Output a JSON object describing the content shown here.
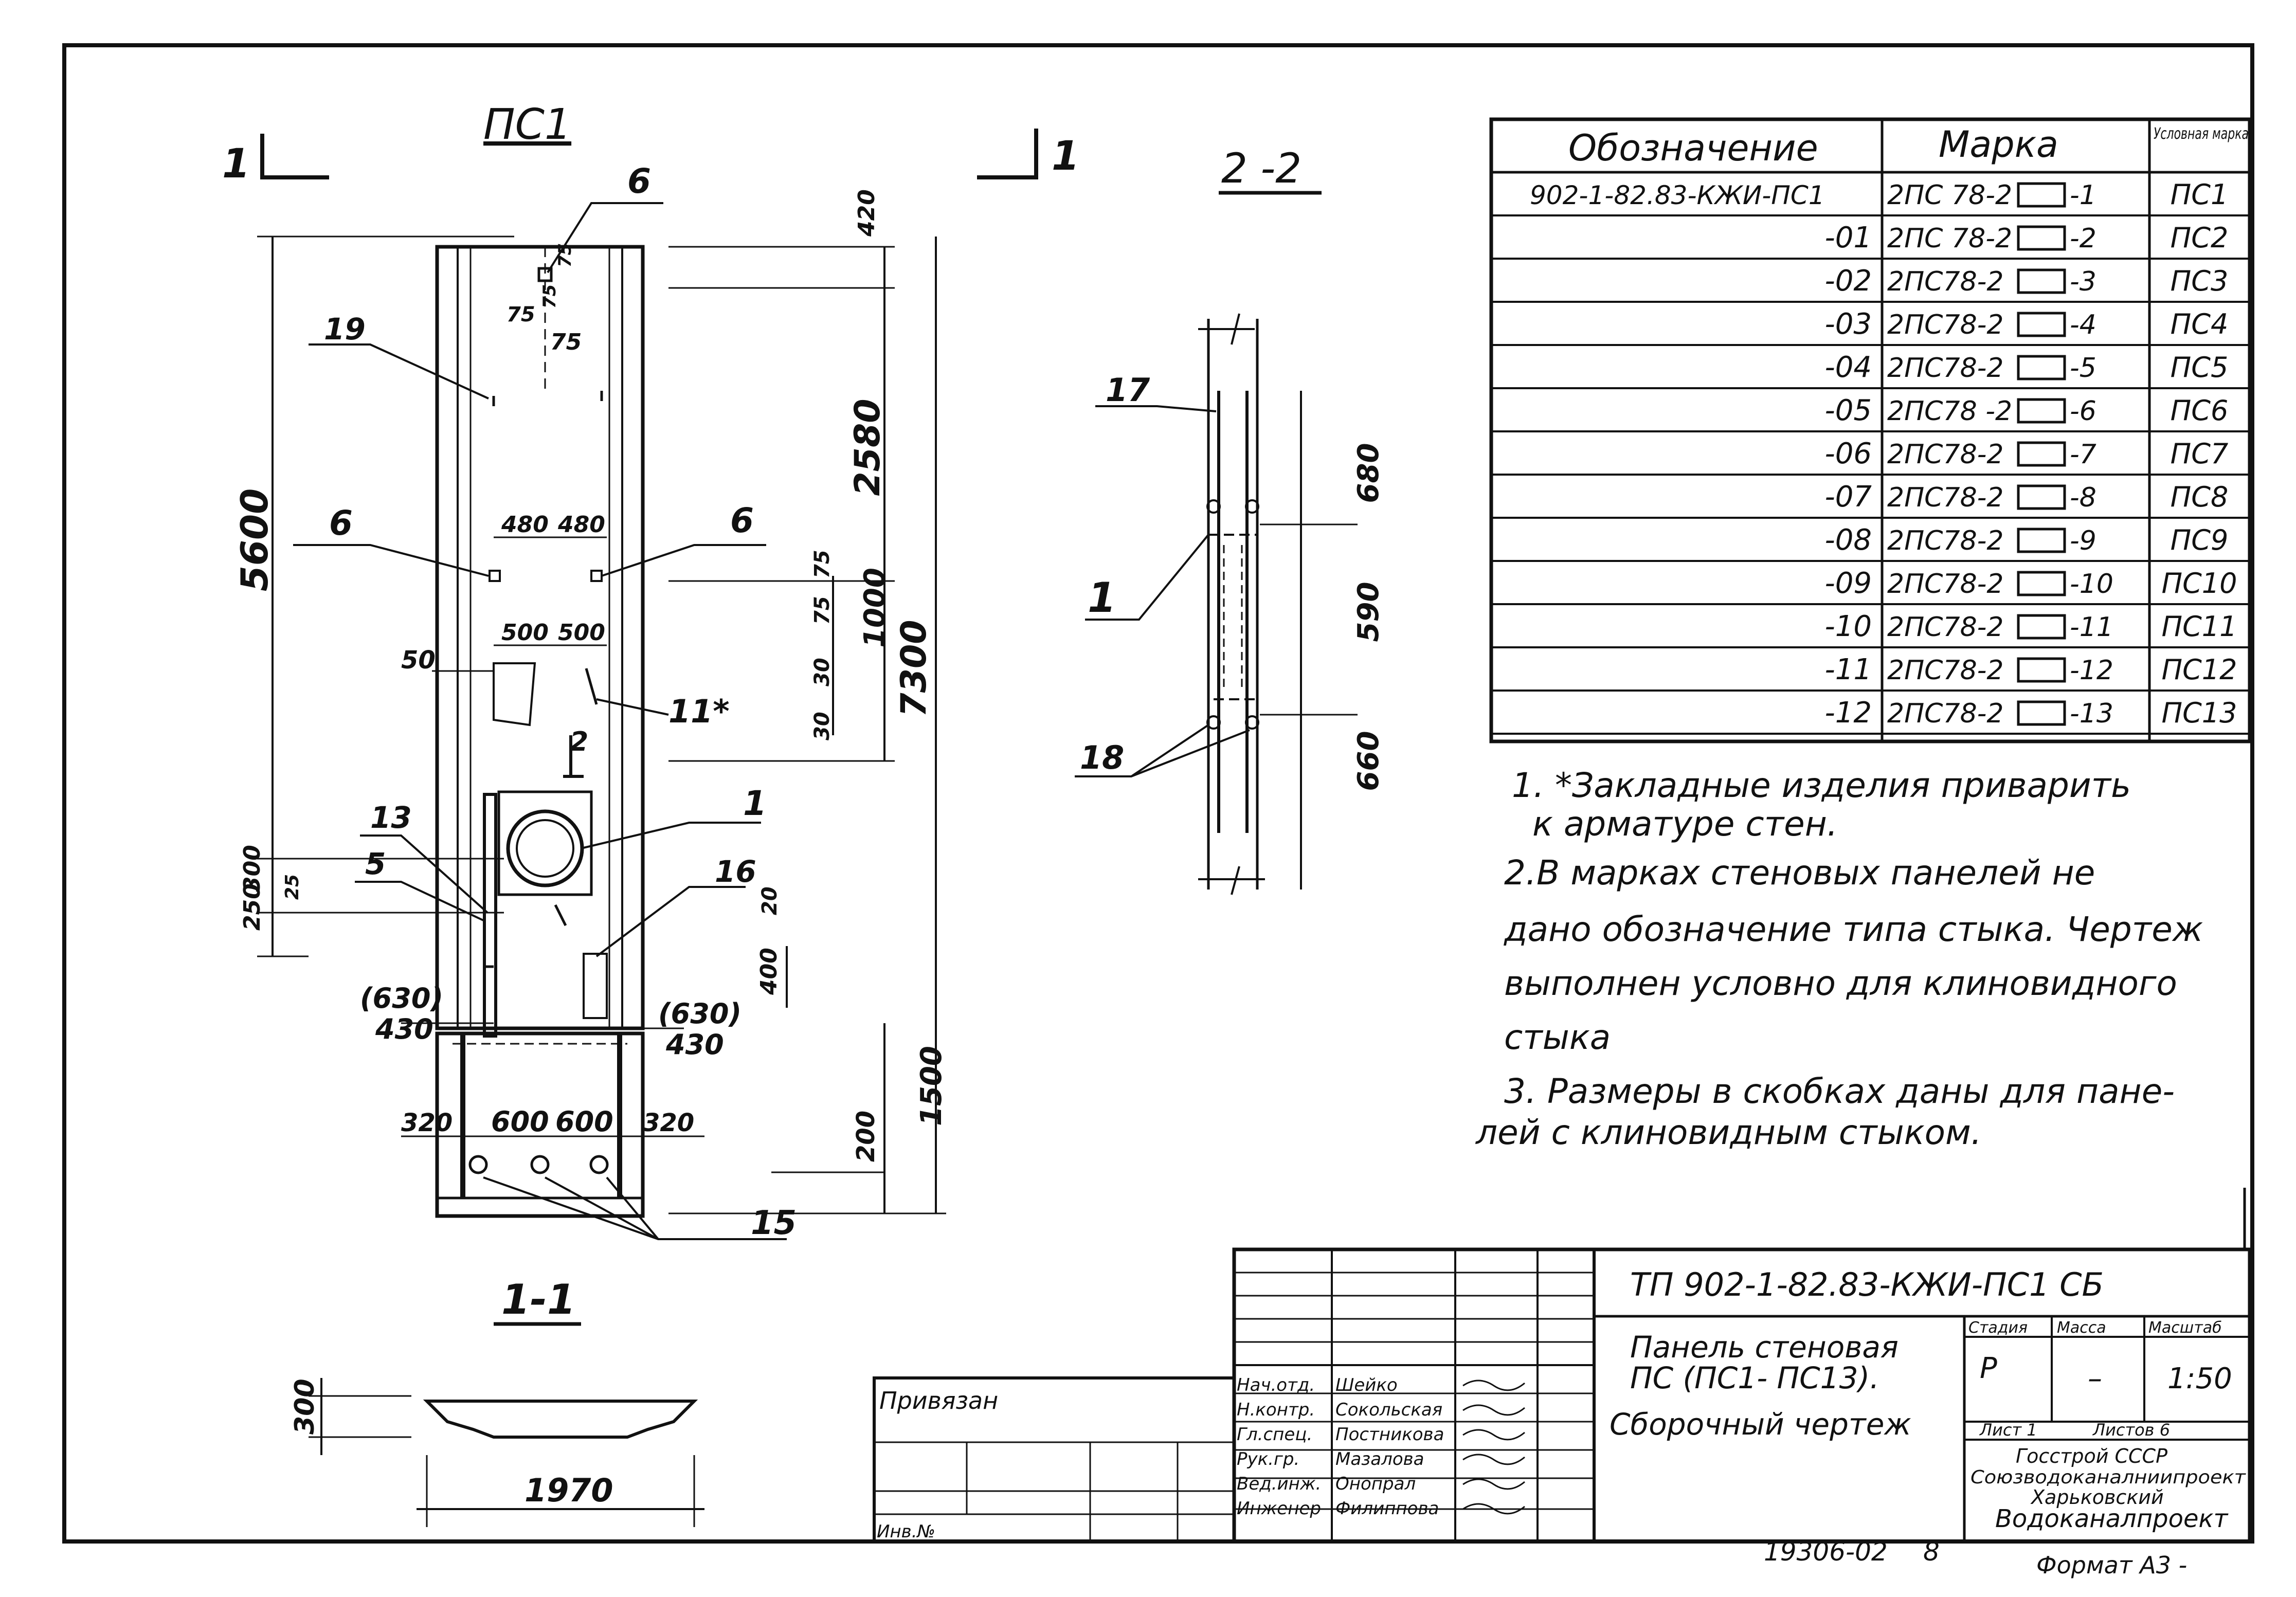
{
  "colors": {
    "ink": "#111111",
    "paper": "#ffffff"
  },
  "main_view": {
    "title": "ПС1",
    "section_mark_left": "1",
    "section_mark_right": "1",
    "dim_total": "7300",
    "dim_panel": "5600",
    "dim_2580": "2580",
    "dim_1000": "1000",
    "dim_420": "420",
    "dim_1500": "1500",
    "dim_200": "200",
    "dim_75_a": "75",
    "dim_75_b": "75",
    "dim_75_c": "75",
    "dim_75_d": "75",
    "dim_75_e": "75",
    "dim_75_f": "75",
    "dim_480_a": "480",
    "dim_480_b": "480",
    "dim_500_a": "500",
    "dim_500_b": "500",
    "dim_50": "50",
    "dim_30_a": "30",
    "dim_30_b": "30",
    "dim_250": "250",
    "dim_300": "300",
    "dim_25": "25",
    "dim_20": "20",
    "dim_400": "400",
    "dim_630_l": "(630)",
    "dim_430_l": "430",
    "dim_630_r": "(630)",
    "dim_430_r": "430",
    "dim_320_l": "320",
    "dim_600_a": "600",
    "dim_600_b": "600",
    "dim_320_r": "320",
    "section_2_mark": "2",
    "callouts": {
      "c6_top": "6",
      "c19": "19",
      "c6_left": "6",
      "c6_right": "6",
      "c11": "11*",
      "c1": "1",
      "c13": "13",
      "c5": "5",
      "c16": "16",
      "c15": "15"
    }
  },
  "section_22": {
    "title": "2 -2",
    "dim_680": "680",
    "dim_590": "590",
    "dim_660": "660",
    "callout_17": "17",
    "callout_1": "1",
    "callout_18": "18"
  },
  "section_11": {
    "title": "1-1",
    "dim_height": "300",
    "dim_width": "1970"
  },
  "spec_table": {
    "headers": {
      "designation": "Обозначение",
      "mark": "Марка",
      "cond_mark": "Условная марка"
    },
    "rows": [
      {
        "designation": "902-1-82.83-КЖИ-ПС1",
        "mark_prefix": "2ПС 78-2",
        "mark_suffix": "-1",
        "cond": "ПС1"
      },
      {
        "designation": "-01",
        "mark_prefix": "2ПС 78-2",
        "mark_suffix": "-2",
        "cond": "ПС2"
      },
      {
        "designation": "-02",
        "mark_prefix": "2ПС78-2",
        "mark_suffix": "-3",
        "cond": "ПС3"
      },
      {
        "designation": "-03",
        "mark_prefix": "2ПС78-2",
        "mark_suffix": "-4",
        "cond": "ПС4"
      },
      {
        "designation": "-04",
        "mark_prefix": "2ПС78-2",
        "mark_suffix": "-5",
        "cond": "ПС5"
      },
      {
        "designation": "-05",
        "mark_prefix": "2ПС78 -2",
        "mark_suffix": "-6",
        "cond": "ПС6"
      },
      {
        "designation": "-06",
        "mark_prefix": "2ПС78-2",
        "mark_suffix": "-7",
        "cond": "ПС7"
      },
      {
        "designation": "-07",
        "mark_prefix": "2ПС78-2",
        "mark_suffix": "-8",
        "cond": "ПС8"
      },
      {
        "designation": "-08",
        "mark_prefix": "2ПС78-2",
        "mark_suffix": "-9",
        "cond": "ПС9"
      },
      {
        "designation": "-09",
        "mark_prefix": "2ПС78-2",
        "mark_suffix": "-10",
        "cond": "ПС10"
      },
      {
        "designation": "-10",
        "mark_prefix": "2ПС78-2",
        "mark_suffix": "-11",
        "cond": "ПС11"
      },
      {
        "designation": "-11",
        "mark_prefix": "2ПС78-2",
        "mark_suffix": "-12",
        "cond": "ПС12"
      },
      {
        "designation": "-12",
        "mark_prefix": "2ПС78-2",
        "mark_suffix": "-13",
        "cond": "ПС13"
      }
    ]
  },
  "notes": [
    "1. *Закладные изделия приварить",
    "к арматуре стен.",
    "2.В марках стеновых панелей не",
    "дано обозначение типа стыка. Чертеж",
    "выполнен условно для клиновидного",
    "стыка",
    "3. Размеры в скобках даны для пане-",
    "лей с клиновидным стыком."
  ],
  "title_block": {
    "code": "ТП 902-1-82.83-КЖИ-ПС1 СБ",
    "name_lines": [
      "Панель стеновая",
      "ПС (ПС1- ПС13).",
      "Сборочный чертеж"
    ],
    "stage_header": "Стадия",
    "mass_header": "Масса",
    "scale_header": "Масштаб",
    "stage": "Р",
    "mass": "–",
    "scale": "1:50",
    "sheet": "Лист 1",
    "sheets": "Листов 6",
    "org_lines": [
      "Госстрой СССР",
      "Союзводоканалниипроект",
      "Харьковский",
      "Водоканалпроект"
    ],
    "privyazan": "Привязан",
    "inv_no": "Инв.№",
    "roles": [
      {
        "role": "Нач.отд.",
        "name": "Шейко"
      },
      {
        "role": "Н.контр.",
        "name": "Сокольская"
      },
      {
        "role": "Гл.спец.",
        "name": "Постникова"
      },
      {
        "role": "Рук.гр.",
        "name": "Мазалова"
      },
      {
        "role": "Вед.инж.",
        "name": "Онопрал"
      },
      {
        "role": "Инженер",
        "name": "Филиппова"
      }
    ]
  },
  "footer": {
    "doc_number": "19306-02",
    "page": "8",
    "format": "Формат А3 -"
  }
}
